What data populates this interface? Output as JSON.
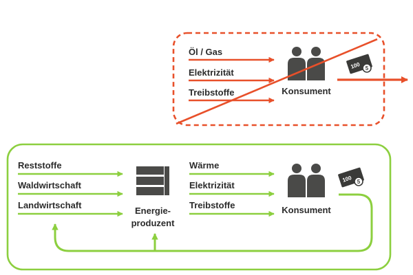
{
  "colors": {
    "red": "#e8502a",
    "green": "#8ccf3f",
    "person": "#4a4a48",
    "factory": "#4a4a48",
    "text": "#2b2b2b"
  },
  "top": {
    "labels": [
      "Öl / Gas",
      "Elektrizität",
      "Treibstoffe"
    ],
    "consumer": "Konsument",
    "money_icon": "banknote-with-coin-icon",
    "banknote": "100",
    "coin": "5",
    "crossed_out": true
  },
  "bottom": {
    "inputs": [
      "Reststoffe",
      "Waldwirtschaft",
      "Landwirtschaft"
    ],
    "producer_line1": "Energie-",
    "producer_line2": "produzent",
    "outputs": [
      "Wärme",
      "Elektrizität",
      "Treibstoffe"
    ],
    "consumer": "Konsument",
    "money_icon": "banknote-with-coin-icon",
    "banknote": "100",
    "coin": "5"
  }
}
